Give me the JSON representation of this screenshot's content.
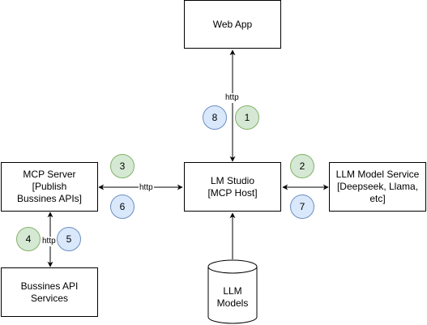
{
  "nodes": {
    "web_app": "Web App",
    "lm_studio": "LM Studio\n[MCP Host]",
    "mcp_server": "MCP Server\n[Publish\nBussines APIs]",
    "llm_service": "LLM Model Service\n[Deepseek, Llama,\netc]",
    "business_api": "Bussines API\nServices",
    "llm_models": "LLM\nModels"
  },
  "edge_labels": {
    "web_lm": "http",
    "mcp_lm": "http",
    "mcp_business": "http"
  },
  "steps": [
    {
      "label": "1",
      "color": "green"
    },
    {
      "label": "2",
      "color": "green"
    },
    {
      "label": "3",
      "color": "green"
    },
    {
      "label": "4",
      "color": "green"
    },
    {
      "label": "5",
      "color": "blue"
    },
    {
      "label": "6",
      "color": "blue"
    },
    {
      "label": "7",
      "color": "blue"
    },
    {
      "label": "8",
      "color": "blue"
    }
  ],
  "colors": {
    "green_fill": "#d5e8d4",
    "green_stroke": "#82b366",
    "blue_fill": "#dae8fc",
    "blue_stroke": "#6c8ebf"
  }
}
